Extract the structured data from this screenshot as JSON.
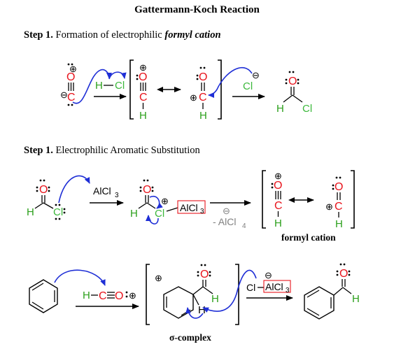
{
  "title": "Gattermann-Koch Reaction",
  "step1": {
    "label": "Step 1.",
    "text": "Formation of electrophilic ",
    "emph": "formyl cation"
  },
  "step2": {
    "label": "Step 1.",
    "text": "Electrophilic Aromatic Substitution"
  },
  "captions": {
    "formyl": "formyl cation",
    "sigma": "σ-complex"
  },
  "atoms": {
    "O": "O",
    "C": "C",
    "H": "H",
    "Cl": "Cl"
  },
  "reagents": {
    "alcl3": "AlCl",
    "alcl3_sub": "3",
    "minus_alcl4": "- AlCl",
    "alcl4_sub": "4",
    "cl_alcl3": "Cl",
    "alcl3_box": "AlCl"
  },
  "charges": {
    "plus": "⊕",
    "minus": "⊖"
  },
  "colors": {
    "oxygen": "#e8141c",
    "hydrogen": "#2ca01c",
    "chlorine": "#3cb83c",
    "arrow": "#1f2fd6",
    "box": "#e8141c",
    "gray": "#808080",
    "bond": "#000000"
  },
  "icons": [
    "curved-arrow",
    "reaction-arrow",
    "resonance-arrow",
    "benzene-ring"
  ]
}
